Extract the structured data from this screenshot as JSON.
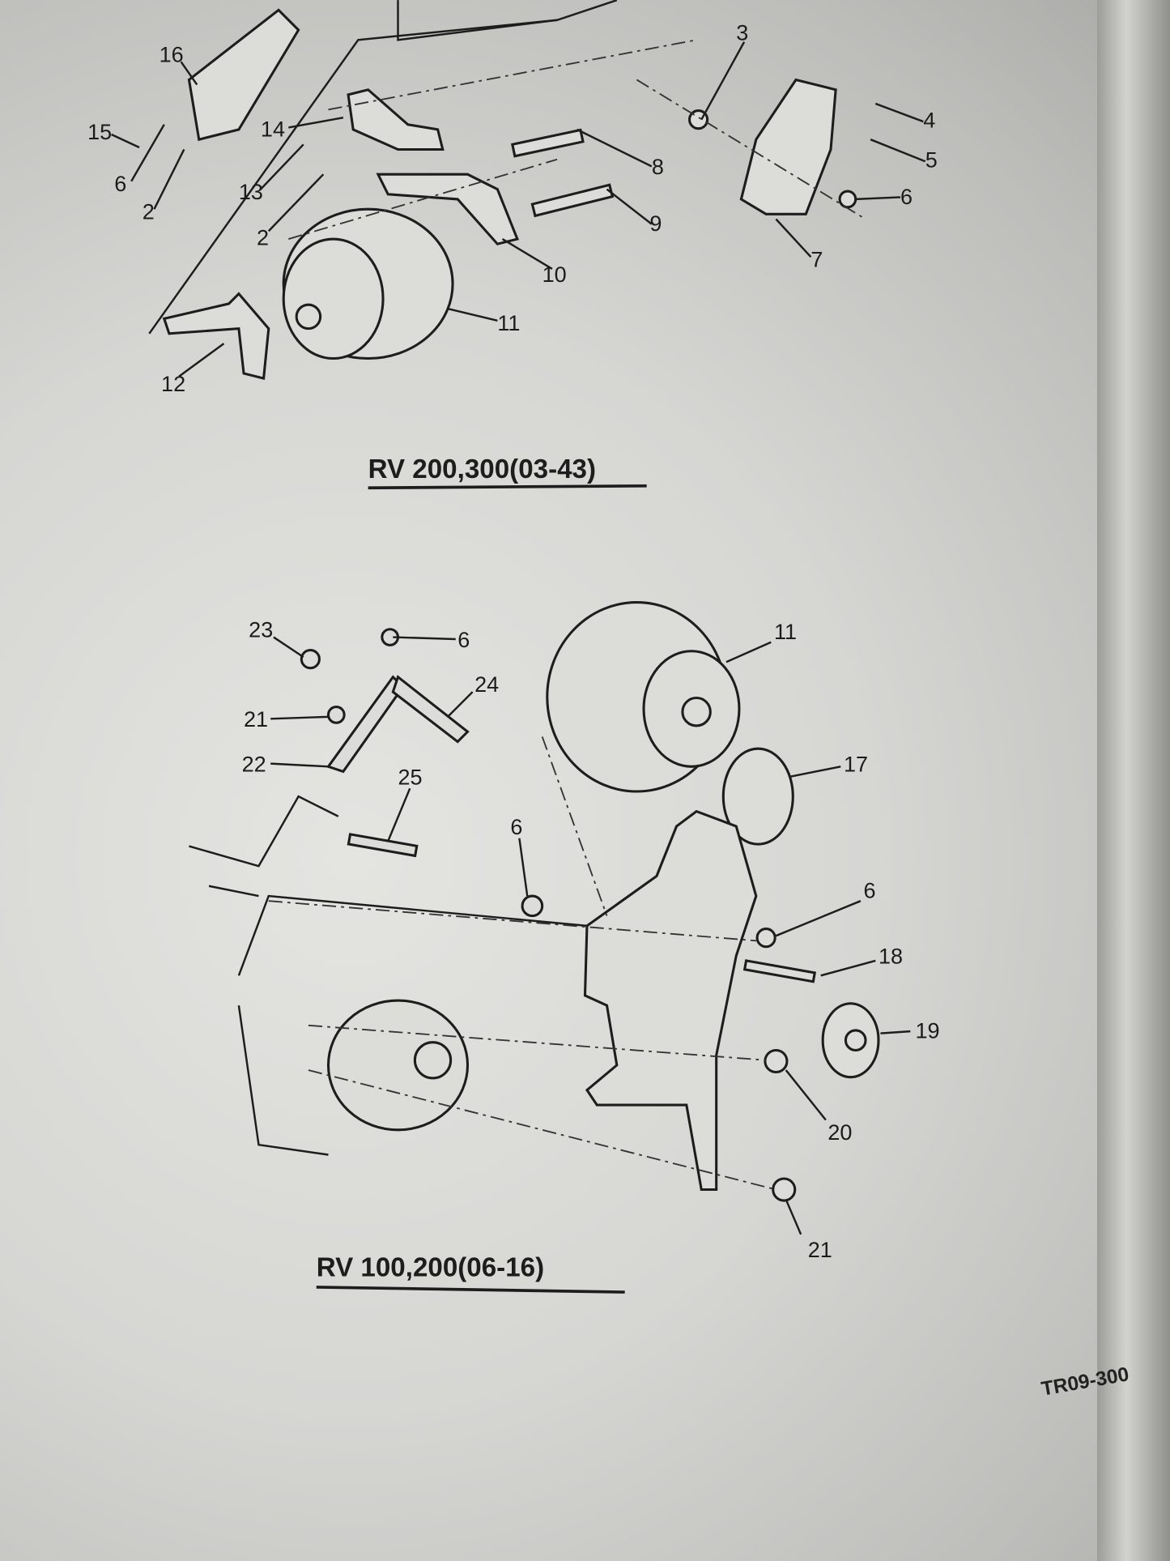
{
  "top_diagram": {
    "title": "RV 200,300(03-43)",
    "callouts": [
      "16",
      "15",
      "6",
      "2",
      "14",
      "13",
      "2",
      "3",
      "4",
      "5",
      "6",
      "7",
      "8",
      "9",
      "10",
      "11",
      "12"
    ]
  },
  "bottom_diagram": {
    "title": "RV 100,200(06-16)",
    "callouts": [
      "23",
      "6",
      "24",
      "21",
      "22",
      "25",
      "11",
      "17",
      "6",
      "6",
      "18",
      "19",
      "20",
      "21"
    ]
  },
  "figure_code": "TR09-300"
}
